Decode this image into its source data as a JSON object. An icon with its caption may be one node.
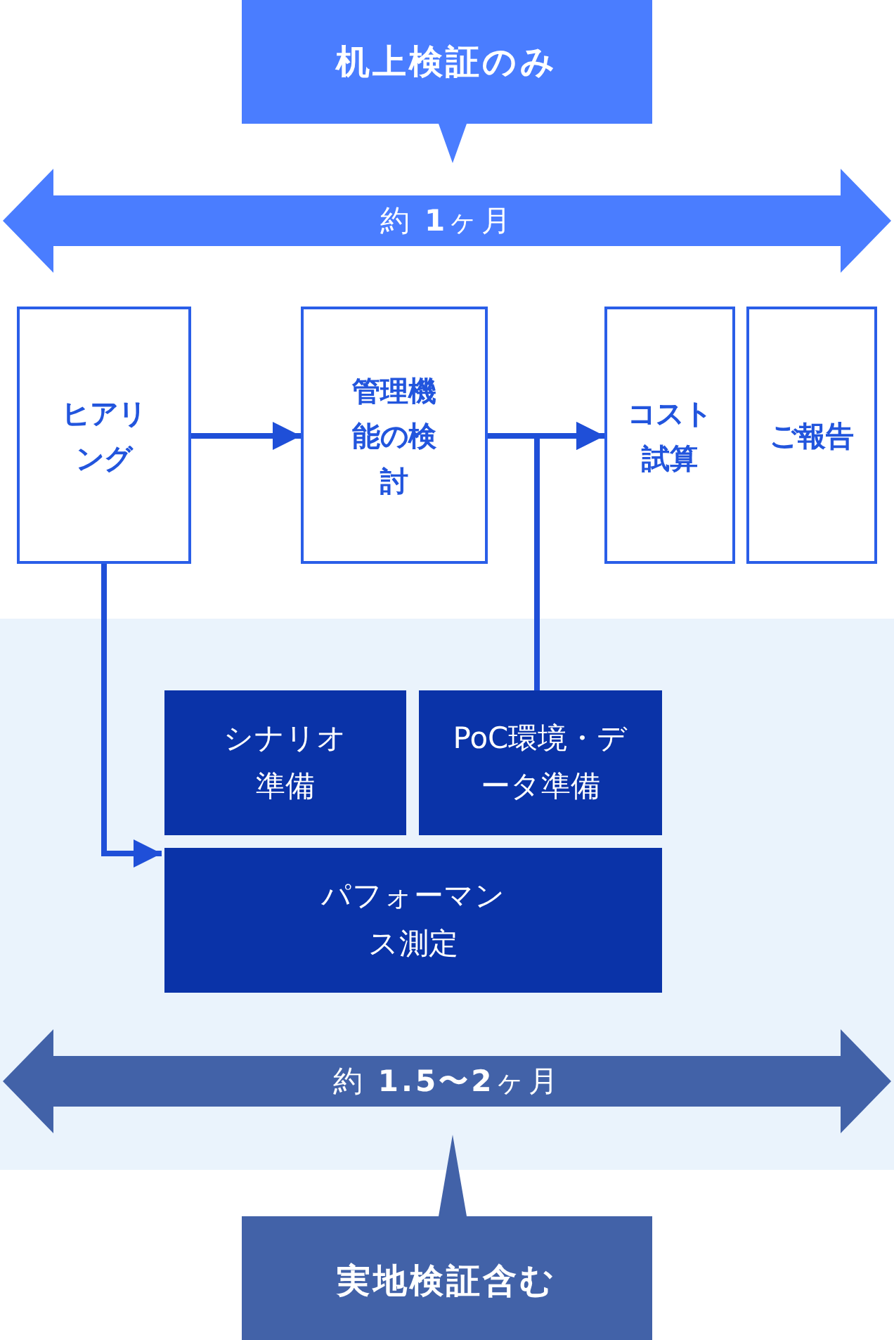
{
  "diagram": {
    "nodes": [
      {
        "text": [
          "机上検証のみ"
        ]
      },
      {
        "text": [
          "約 **1**ヶ月"
        ]
      },
      {
        "text": [
          "ヒアリング"
        ]
      },
      {
        "text": [
          "管理機能の検討"
        ]
      },
      {
        "text": [
          "コスト試算"
        ]
      },
      {
        "text": [
          "ご報告"
        ]
      },
      {
        "text": [
          "シナリオ準備"
        ]
      },
      {
        "text": [
          "PoC環境・データ準備"
        ]
      },
      {
        "text": [
          "パフォーマンス測定"
        ]
      },
      {
        "text": [
          "約 **1.5〜2**ヶ月"
        ]
      },
      {
        "text": [
          "実地検証含む"
        ]
      }
    ],
    "edges": [
      {
        "from": 2,
        "to": 3,
        "arrow": "to"
      },
      {
        "from": 3,
        "to": 4,
        "arrow": "to"
      },
      {
        "from": 7,
        "to": 4,
        "arrow": "to"
      },
      {
        "from": 2,
        "to": 8,
        "arrow": "to"
      }
    ]
  }
}
